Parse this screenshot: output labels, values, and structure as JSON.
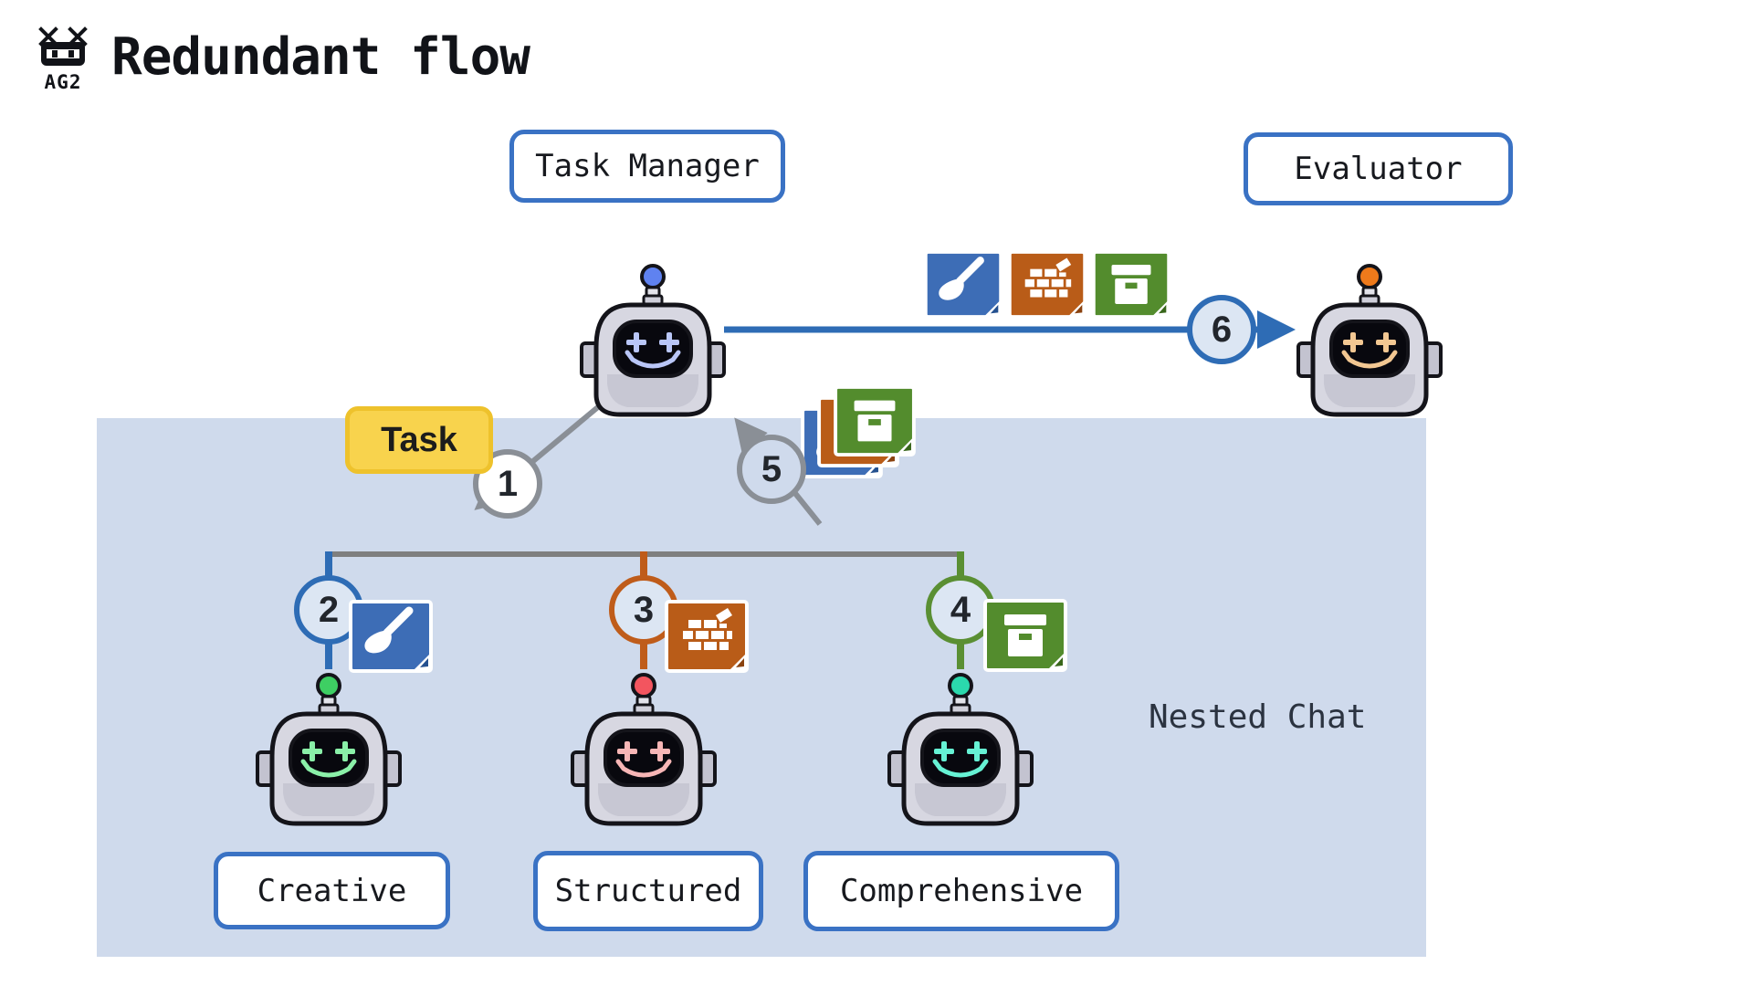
{
  "header": {
    "logo_text": "AG2",
    "title": "Redundant flow"
  },
  "nodes": {
    "task_manager": {
      "label": "Task Manager"
    },
    "evaluator": {
      "label": "Evaluator"
    },
    "creative": {
      "label": "Creative"
    },
    "structured": {
      "label": "Structured"
    },
    "comprehensive": {
      "label": "Comprehensive"
    }
  },
  "task_badge": {
    "label": "Task"
  },
  "nested_chat": {
    "label": "Nested Chat"
  },
  "steps": [
    {
      "number": "1",
      "ring_color": "#8a8f96",
      "fill": "#ffffff"
    },
    {
      "number": "2",
      "ring_color": "#2e6cb5",
      "fill": "#dce6f3"
    },
    {
      "number": "3",
      "ring_color": "#bf5c1a",
      "fill": "#dce6f3"
    },
    {
      "number": "4",
      "ring_color": "#5a8f33",
      "fill": "#dce6f3"
    },
    {
      "number": "5",
      "ring_color": "#8a8f96",
      "fill": "#cfdaec"
    },
    {
      "number": "6",
      "ring_color": "#2e6cb5",
      "fill": "#dce6f3"
    }
  ],
  "palette": {
    "accent_blue": "#2e6cb5",
    "label_border": "#3a72c4",
    "line_gray": "#8a8f96",
    "connector_gray": "#7f7f7f",
    "branch_blue": "#2e6cb5",
    "branch_orange": "#bf5c1a",
    "branch_green": "#5a8f33",
    "nested_bg": "#cfdaec",
    "task_fill": "#f8d34d",
    "task_border": "#eec22c",
    "task_text": "#1c1c1c",
    "nested_text": "#2b3340"
  },
  "robots": {
    "task_manager": {
      "antenna": "#5f82f0",
      "face": "#b9c6f7"
    },
    "evaluator": {
      "antenna": "#ee7a1b",
      "face": "#f2c792"
    },
    "creative": {
      "antenna": "#3ecf63",
      "face": "#8af0a8"
    },
    "structured": {
      "antenna": "#f3555f",
      "face": "#f7b6b6"
    },
    "comprehensive": {
      "antenna": "#2bd9ad",
      "face": "#66f2d4"
    }
  },
  "documents": {
    "paintbrush": {
      "icon": "paintbrush-document-icon",
      "color": "#3d6db6",
      "fold": "#24508f"
    },
    "bricks": {
      "icon": "bricks-document-icon",
      "color": "#b95c18",
      "fold": "#8a420f"
    },
    "archive": {
      "icon": "archive-box-document-icon",
      "color": "#538c2d",
      "fold": "#38661a"
    }
  }
}
